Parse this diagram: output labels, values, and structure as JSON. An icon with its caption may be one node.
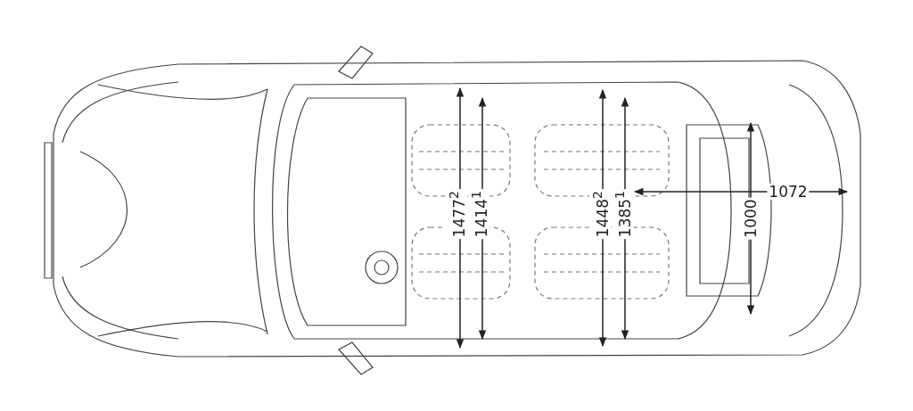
{
  "diagram": {
    "labels": [
      "1477$^{2}$",
      "1414$^{1}$",
      "1448$^{2}$",
      "1385$^{1}$",
      "1072",
      "1000"
    ]
  }
}
